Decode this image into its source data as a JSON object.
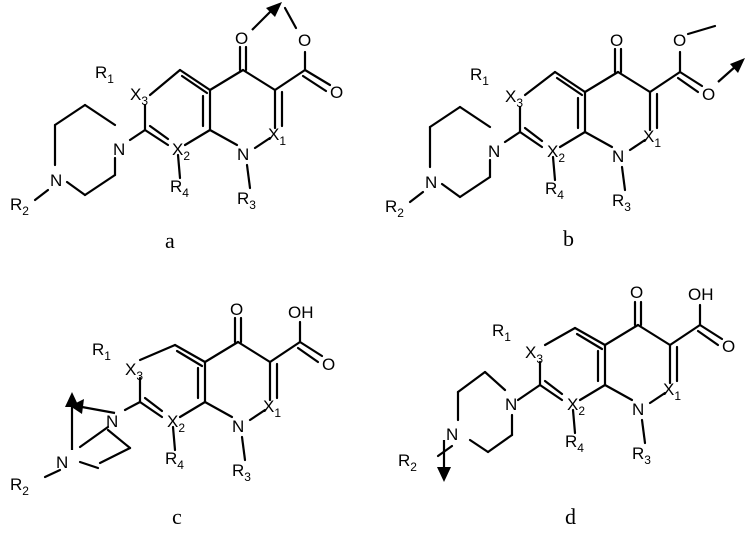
{
  "panels": [
    {
      "label": "a",
      "arrow_on": "ketone-oxygen",
      "atoms": {
        "x3": "X",
        "x3_sub": "3",
        "x2": "X",
        "x2_sub": "2",
        "x1": "X",
        "x1_sub": "1",
        "n1": "N",
        "np": "N",
        "nr": "N",
        "r1": "R",
        "r1_sub": "1",
        "r2": "R",
        "r2_sub": "2",
        "r3": "R",
        "r3_sub": "3",
        "r4": "R",
        "r4_sub": "4",
        "ok": "O",
        "oe": "O",
        "oc": "O"
      }
    },
    {
      "label": "b",
      "arrow_on": "ester-carbonyl-oxygen",
      "atoms": {
        "x3": "X",
        "x3_sub": "3",
        "x2": "X",
        "x2_sub": "2",
        "x1": "X",
        "x1_sub": "1",
        "n1": "N",
        "np": "N",
        "nr": "N",
        "r1": "R",
        "r1_sub": "1",
        "r2": "R",
        "r2_sub": "2",
        "r3": "R",
        "r3_sub": "3",
        "r4": "R",
        "r4_sub": "4",
        "ok": "O",
        "oe": "O",
        "oc": "O"
      }
    },
    {
      "label": "c",
      "arrow_on": "piperazine-nitrogen",
      "atoms": {
        "x3": "X",
        "x3_sub": "3",
        "x2": "X",
        "x2_sub": "2",
        "x1": "X",
        "x1_sub": "1",
        "n1": "N",
        "np": "N",
        "nr": "N",
        "r1": "R",
        "r1_sub": "1",
        "r2": "R",
        "r2_sub": "2",
        "r3": "R",
        "r3_sub": "3",
        "r4": "R",
        "r4_sub": "4",
        "ok": "O",
        "oh": "OH",
        "oc": "O"
      }
    },
    {
      "label": "d",
      "arrow_on": "piperazine-nitrogen-r2",
      "atoms": {
        "x3": "X",
        "x3_sub": "3",
        "x2": "X",
        "x2_sub": "2",
        "x1": "X",
        "x1_sub": "1",
        "n1": "N",
        "np": "N",
        "nr": "N",
        "r1": "R",
        "r1_sub": "1",
        "r2": "R",
        "r2_sub": "2",
        "r3": "R",
        "r3_sub": "3",
        "r4": "R",
        "r4_sub": "4",
        "ok": "O",
        "oh": "OH",
        "oc": "O"
      }
    }
  ]
}
